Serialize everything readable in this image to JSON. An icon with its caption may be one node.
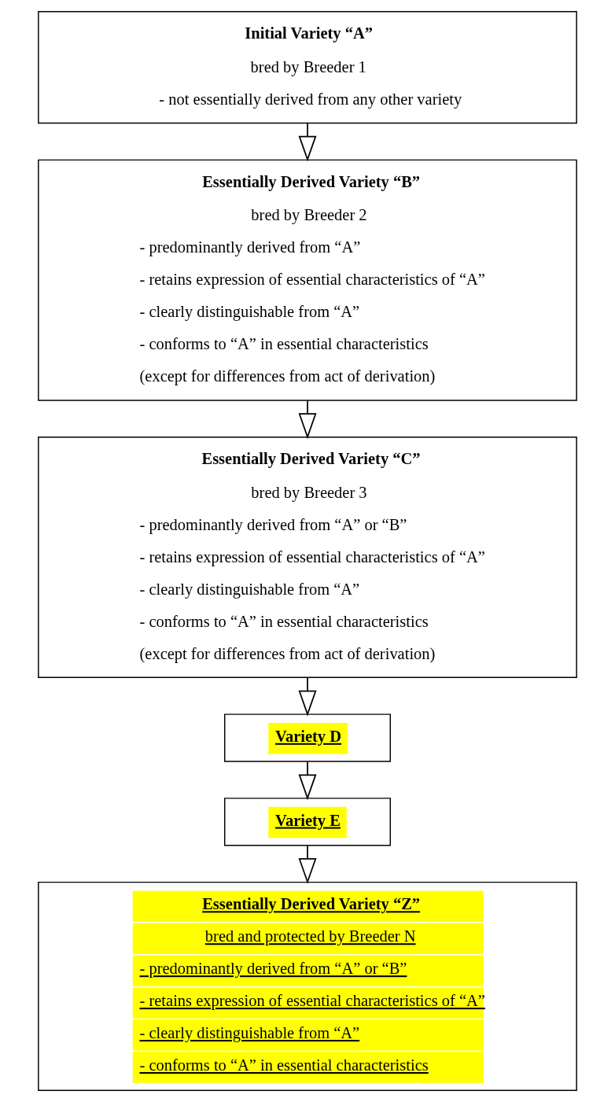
{
  "diagram": {
    "nodes": [
      {
        "text": [
          "Initial Variety “A”",
          "bred by Breeder 1",
          "- not essentially derived from any other variety"
        ]
      },
      {
        "text": [
          "Essentially Derived Variety “B”",
          "bred by Breeder 2",
          "- predominantly derived from “A”",
          "- retains expression of essential characteristics of “A”",
          "- clearly distinguishable from “A”",
          "- conforms to “A” in essential characteristics",
          "(except for differences from act of derivation)"
        ]
      },
      {
        "text": [
          "Essentially Derived Variety “C”",
          "bred by Breeder 3",
          "- predominantly derived from “A” or “B”",
          "- retains expression of essential characteristics of “A”",
          "- clearly distinguishable from “A”",
          "- conforms to “A” in essential characteristics",
          "(except for differences from act of derivation)"
        ]
      },
      {
        "text": [
          "Variety D"
        ]
      },
      {
        "text": [
          "Variety E"
        ]
      },
      {
        "text": [
          "Essentially Derived Variety “Z”",
          "bred and protected by Breeder N",
          "- predominantly derived from “A” or “B”",
          "- retains expression of essential characteristics of “A”",
          "- clearly distinguishable from “A”",
          "- conforms to “A” in essential characteristics"
        ]
      }
    ],
    "edges": [
      {
        "from": 0,
        "to": 1,
        "arrow": "to"
      },
      {
        "from": 1,
        "to": 2,
        "arrow": "to"
      },
      {
        "from": 2,
        "to": 3,
        "arrow": "to"
      },
      {
        "from": 3,
        "to": 4,
        "arrow": "to"
      },
      {
        "from": 4,
        "to": 5,
        "arrow": "to"
      }
    ]
  }
}
